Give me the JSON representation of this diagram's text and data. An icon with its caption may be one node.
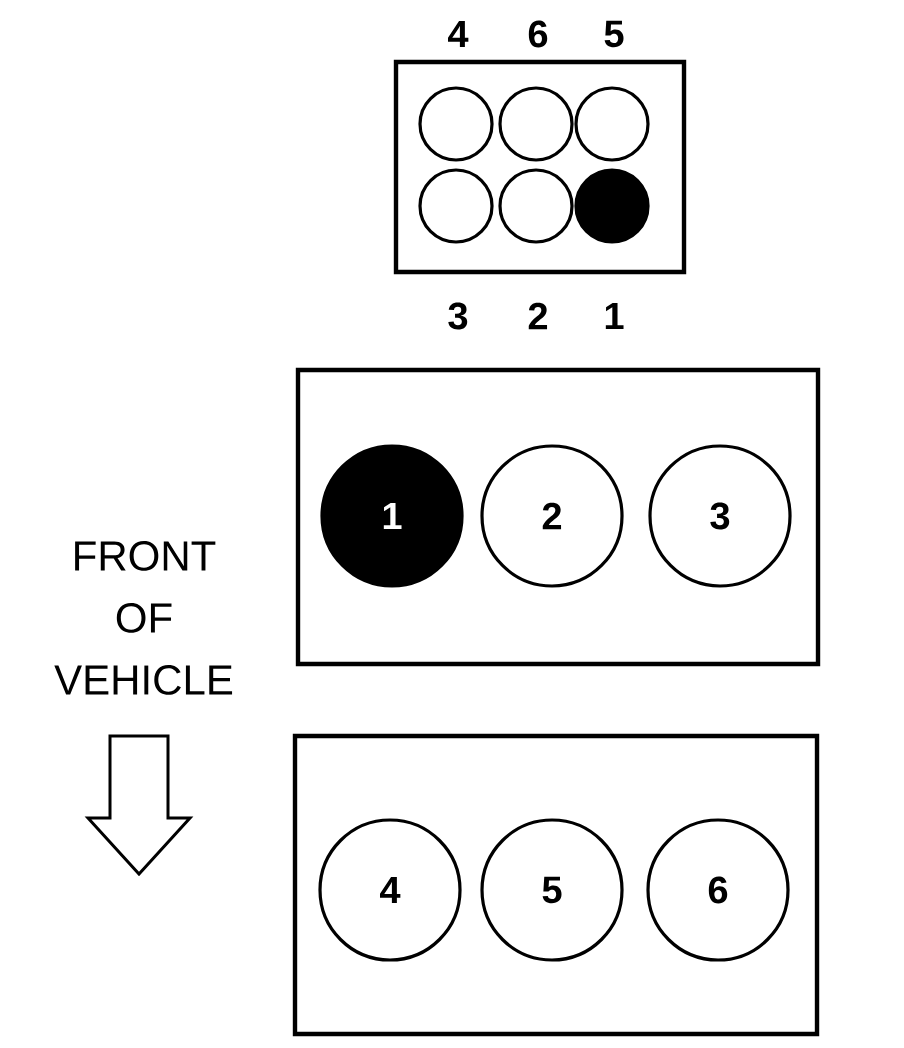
{
  "diagram": {
    "nodes": [
      {
        "text": [],
        "shape": "box"
      },
      {
        "text": [],
        "shape": "circle",
        "in": 0,
        "beside": [
          "4"
        ]
      },
      {
        "text": [],
        "shape": "circle",
        "in": 0,
        "beside": [
          "6"
        ]
      },
      {
        "text": [],
        "shape": "circle",
        "in": 0,
        "beside": [
          "5"
        ]
      },
      {
        "text": [],
        "shape": "circle",
        "in": 0,
        "beside": [
          "3"
        ]
      },
      {
        "text": [],
        "shape": "circle",
        "in": 0,
        "beside": [
          "2"
        ]
      },
      {
        "text": [],
        "shape": "circle",
        "in": 0,
        "beside": [
          "1"
        ]
      },
      {
        "text": [],
        "shape": "box"
      },
      {
        "text": [
          "1"
        ],
        "in": 7
      },
      {
        "text": [
          "2"
        ],
        "in": 7
      },
      {
        "text": [
          "3"
        ],
        "in": 7
      },
      {
        "text": [],
        "shape": "box"
      },
      {
        "text": [
          "4"
        ],
        "in": 11
      },
      {
        "text": [
          "5"
        ],
        "in": 11
      },
      {
        "text": [
          "6"
        ],
        "in": 11
      }
    ],
    "labels": [
      "FRONT OF VEHICLE"
    ]
  }
}
